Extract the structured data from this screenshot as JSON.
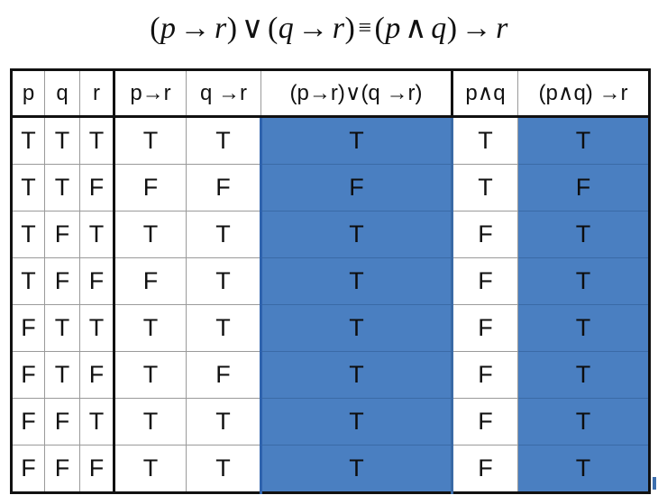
{
  "title_formula": {
    "lhs": [
      "(",
      "p",
      "→",
      "r",
      ")",
      "∨",
      "(",
      "q",
      "→",
      "r",
      ")"
    ],
    "equiv": "≡",
    "rhs": [
      "(",
      "p",
      "∧",
      "q",
      ")",
      "→",
      "r"
    ]
  },
  "truth_table": {
    "headers": [
      "p",
      "q",
      "r",
      "p→r",
      "q →r",
      "(p→r)∨(q →r)",
      "p∧q",
      "(p∧q) →r"
    ],
    "highlighted_columns": [
      5,
      7
    ],
    "highlight_color": "#4a7fc1",
    "rows": [
      [
        "T",
        "T",
        "T",
        "T",
        "T",
        "T",
        "T",
        "T"
      ],
      [
        "T",
        "T",
        "F",
        "F",
        "F",
        "F",
        "T",
        "F"
      ],
      [
        "T",
        "F",
        "T",
        "T",
        "T",
        "T",
        "F",
        "T"
      ],
      [
        "T",
        "F",
        "F",
        "F",
        "T",
        "T",
        "F",
        "T"
      ],
      [
        "F",
        "T",
        "T",
        "T",
        "T",
        "T",
        "F",
        "T"
      ],
      [
        "F",
        "T",
        "F",
        "T",
        "F",
        "T",
        "F",
        "T"
      ],
      [
        "F",
        "F",
        "T",
        "T",
        "T",
        "T",
        "F",
        "T"
      ],
      [
        "F",
        "F",
        "F",
        "T",
        "T",
        "T",
        "F",
        "T"
      ]
    ]
  }
}
